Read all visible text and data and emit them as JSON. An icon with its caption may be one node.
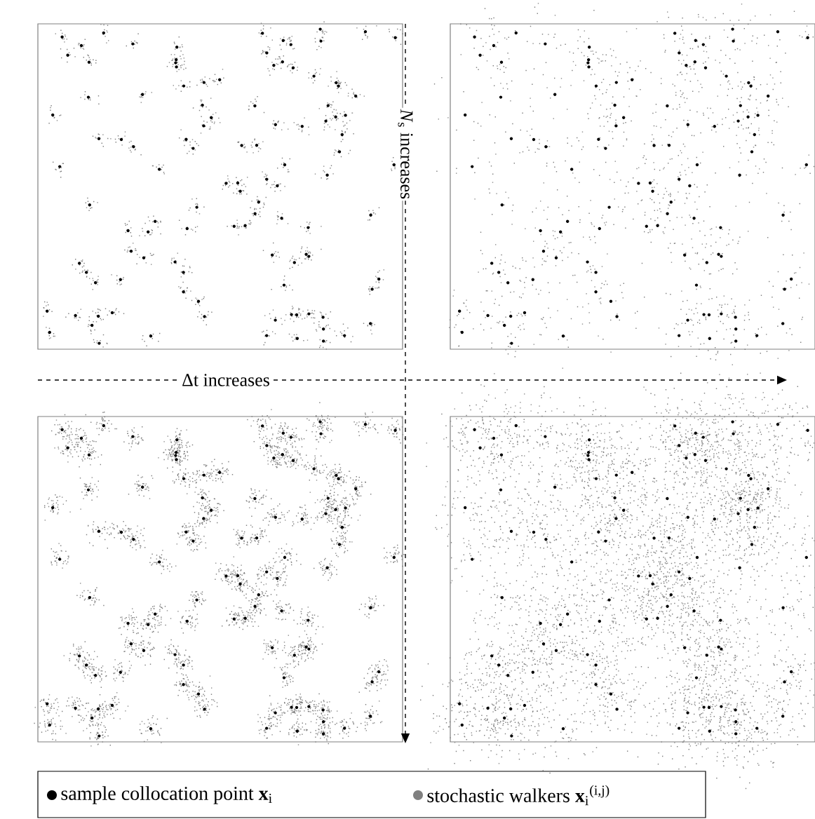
{
  "diagram": {
    "labels": [
      "Δt increases",
      "*N*$_{s}$ increases"
    ],
    "legend": [
      {
        "text": "sample collocation point **x**$_{i}$",
        "color": "#000000"
      },
      {
        "text": "stochastic walkers **x**$_{i}$$^{(i,j)}$",
        "color": "#808080"
      }
    ]
  }
}
